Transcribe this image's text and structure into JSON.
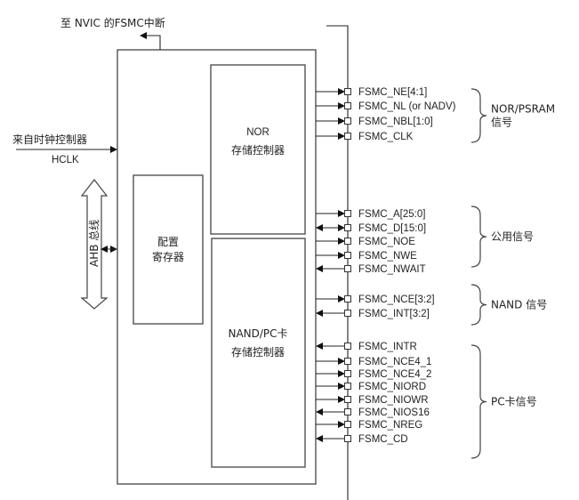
{
  "diagram": {
    "interrupt_label": "至 NVIC 的FSMC中断",
    "clock_label": "来自时钟控制器",
    "clock_signal": "HCLK",
    "ahb_label": "AHB 总线",
    "config_register": [
      "配置",
      "寄存器"
    ],
    "nor_controller": [
      "NOR",
      "存储控制器"
    ],
    "nand_controller": [
      "NAND/PC卡",
      "存储控制器"
    ],
    "groups": [
      {
        "name": "NOR/PSRAM 信号",
        "label_lines": [
          "NOR/PSRAM",
          "信号"
        ],
        "signals": [
          {
            "name": "FSMC_NE[4:1]",
            "direction": "out"
          },
          {
            "name": "FSMC_NL (or NADV)",
            "direction": "out"
          },
          {
            "name": "FSMC_NBL[1:0]",
            "direction": "out"
          },
          {
            "name": "FSMC_CLK",
            "direction": "out"
          }
        ]
      },
      {
        "name": "公用信号",
        "label_lines": [
          "公用信号"
        ],
        "signals": [
          {
            "name": "FSMC_A[25:0]",
            "direction": "out"
          },
          {
            "name": "FSMC_D[15:0]",
            "direction": "bidir"
          },
          {
            "name": "FSMC_NOE",
            "direction": "out"
          },
          {
            "name": "FSMC_NWE",
            "direction": "out"
          },
          {
            "name": "FSMC_NWAIT",
            "direction": "in"
          }
        ]
      },
      {
        "name": "NAND 信号",
        "label_lines": [
          "NAND 信号"
        ],
        "signals": [
          {
            "name": "FSMC_NCE[3:2]",
            "direction": "out"
          },
          {
            "name": "FSMC_INT[3:2]",
            "direction": "in"
          }
        ]
      },
      {
        "name": "PC卡信号",
        "label_lines": [
          "PC卡信号"
        ],
        "signals": [
          {
            "name": "FSMC_INTR",
            "direction": "in"
          },
          {
            "name": "FSMC_NCE4_1",
            "direction": "out"
          },
          {
            "name": "FSMC_NCE4_2",
            "direction": "out"
          },
          {
            "name": "FSMC_NIORD",
            "direction": "out"
          },
          {
            "name": "FSMC_NIOWR",
            "direction": "out"
          },
          {
            "name": "FSMC_NIOS16",
            "direction": "in"
          },
          {
            "name": "FSMC_NREG",
            "direction": "out"
          },
          {
            "name": "FSMC_CD",
            "direction": "in"
          }
        ]
      }
    ]
  }
}
